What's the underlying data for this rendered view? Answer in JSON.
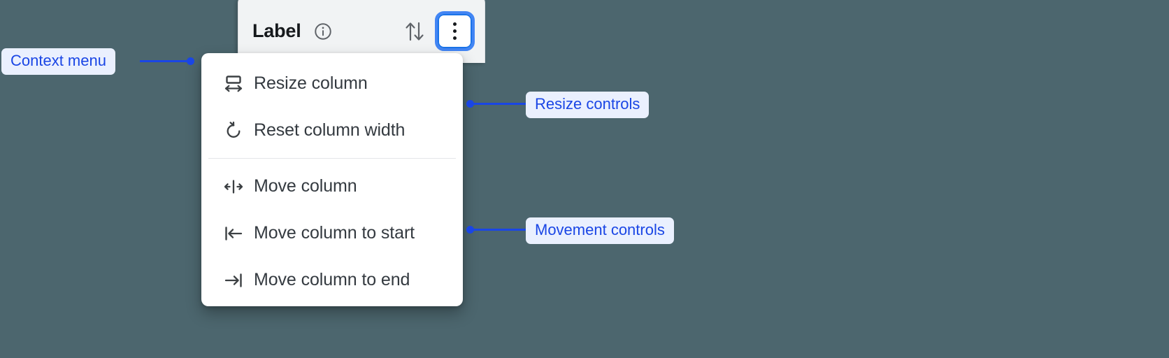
{
  "background_color": "#4c666e",
  "column_header": {
    "label": "Label",
    "info_icon": "info-circle-icon",
    "sort_icon": "sort-arrows-icon",
    "kebab_icon": "more-vertical-icon",
    "kebab_focus_color": "#4285f4",
    "panel_color": "#f1f3f4"
  },
  "context_menu": {
    "groups": [
      {
        "name": "resize",
        "items": [
          {
            "icon": "resize-column-icon",
            "label": "Resize column"
          },
          {
            "icon": "reset-width-icon",
            "label": "Reset column width"
          }
        ]
      },
      {
        "name": "movement",
        "items": [
          {
            "icon": "move-column-icon",
            "label": "Move column"
          },
          {
            "icon": "move-to-start-icon",
            "label": "Move column to start"
          },
          {
            "icon": "move-to-end-icon",
            "label": "Move column to end"
          }
        ]
      }
    ]
  },
  "annotations": {
    "accent_color": "#1a46e5",
    "chip_background": "#eaf0fe",
    "items": [
      {
        "id": "context-menu",
        "label": "Context menu"
      },
      {
        "id": "resize-controls",
        "label": "Resize controls"
      },
      {
        "id": "movement-controls",
        "label": "Movement controls"
      }
    ]
  }
}
